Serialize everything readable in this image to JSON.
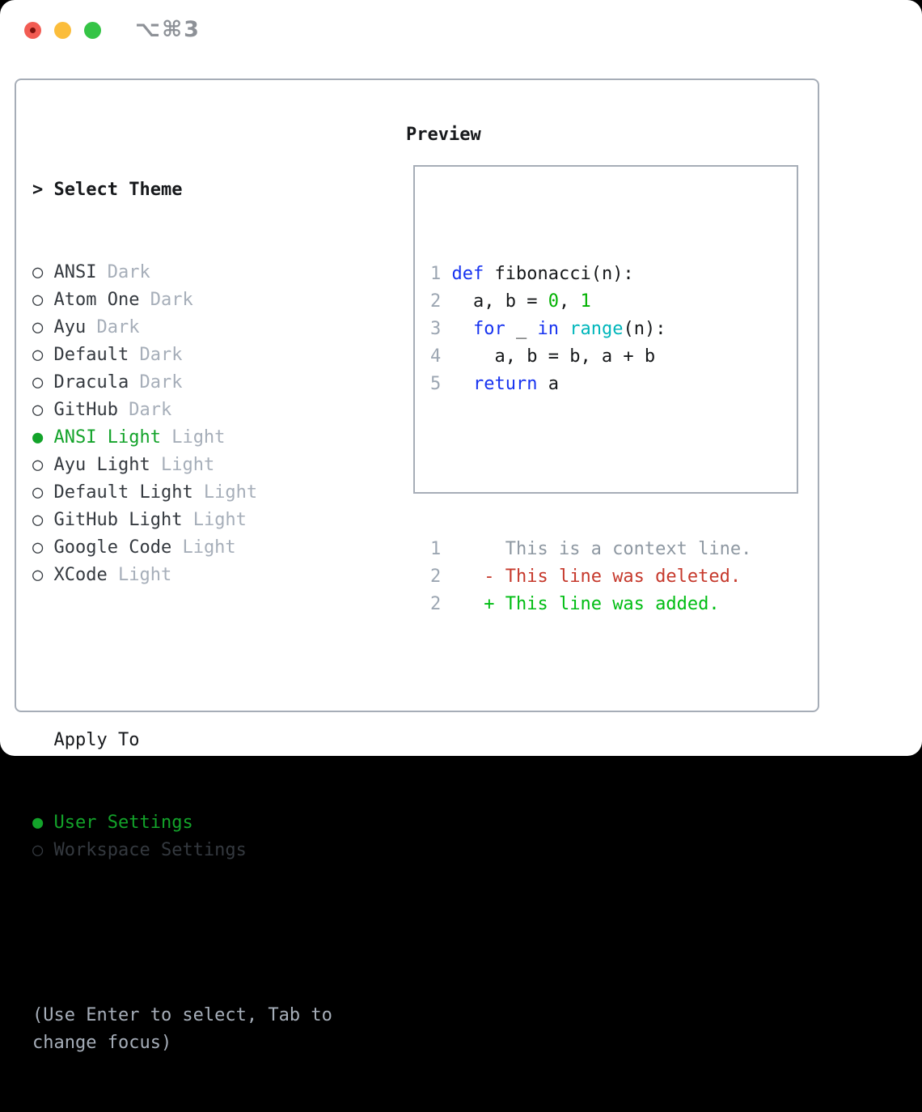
{
  "colors": {
    "tl-red": "#f25c53",
    "tl-reddot": "#7c120d",
    "tl-yellow": "#fbbd3b",
    "tl-green": "#35c446",
    "shortcut": "#8d9197",
    "border": "#a6adb7",
    "text": "#17191c",
    "item": "#34393f",
    "muted": "#a6aeb9",
    "green": "#13a32a",
    "code": "#16181a",
    "lnum": "#9ca6b2",
    "kw": "#1733f0",
    "builtin": "#00b6bb",
    "numlit": "#00b100",
    "ctx": "#8e98a2",
    "del": "#c6392c",
    "add": "#00bd13"
  },
  "window": {
    "shortcut_label": "⌥⌘3"
  },
  "theme_panel": {
    "prompt": ">",
    "title": "Select Theme",
    "items": [
      {
        "name": "ANSI",
        "variant": "Dark",
        "selected": false
      },
      {
        "name": "Atom One",
        "variant": "Dark",
        "selected": false
      },
      {
        "name": "Ayu",
        "variant": "Dark",
        "selected": false
      },
      {
        "name": "Default",
        "variant": "Dark",
        "selected": false
      },
      {
        "name": "Dracula",
        "variant": "Dark",
        "selected": false
      },
      {
        "name": "GitHub",
        "variant": "Dark",
        "selected": false
      },
      {
        "name": "ANSI Light",
        "variant": "Light",
        "selected": true
      },
      {
        "name": "Ayu Light",
        "variant": "Light",
        "selected": false
      },
      {
        "name": "Default Light",
        "variant": "Light",
        "selected": false
      },
      {
        "name": "GitHub Light",
        "variant": "Light",
        "selected": false
      },
      {
        "name": "Google Code",
        "variant": "Light",
        "selected": false
      },
      {
        "name": "XCode",
        "variant": "Light",
        "selected": false
      }
    ],
    "apply_to": {
      "title": "Apply To",
      "options": [
        {
          "name": "User Settings",
          "selected": true
        },
        {
          "name": "Workspace Settings",
          "selected": false
        }
      ]
    },
    "help_lines": [
      "(Use Enter to select, Tab to",
      "change focus)"
    ]
  },
  "preview": {
    "title": "Preview",
    "code_lines": [
      {
        "num": "1",
        "segments": [
          {
            "t": "def",
            "c": "kw"
          },
          {
            "t": " fibonacci(n):",
            "c": "pl"
          }
        ]
      },
      {
        "num": "2",
        "segments": [
          {
            "t": "  a, b = ",
            "c": "pl"
          },
          {
            "t": "0",
            "c": "nm"
          },
          {
            "t": ", ",
            "c": "pl"
          },
          {
            "t": "1",
            "c": "nm"
          }
        ]
      },
      {
        "num": "3",
        "segments": [
          {
            "t": "  ",
            "c": "pl"
          },
          {
            "t": "for",
            "c": "kw"
          },
          {
            "t": " _ ",
            "c": "pl"
          },
          {
            "t": "in",
            "c": "kw"
          },
          {
            "t": " ",
            "c": "pl"
          },
          {
            "t": "range",
            "c": "bi"
          },
          {
            "t": "(n):",
            "c": "pl"
          }
        ]
      },
      {
        "num": "4",
        "segments": [
          {
            "t": "    a, b = b, a + b",
            "c": "pl"
          }
        ]
      },
      {
        "num": "5",
        "segments": [
          {
            "t": "  ",
            "c": "pl"
          },
          {
            "t": "return",
            "c": "kw"
          },
          {
            "t": " a",
            "c": "pl"
          }
        ]
      }
    ],
    "diff_lines": [
      {
        "num": "1",
        "segments": [
          {
            "t": "     This is a context line.",
            "c": "ctx"
          }
        ]
      },
      {
        "num": "2",
        "segments": [
          {
            "t": "   ",
            "c": "pl"
          },
          {
            "t": "- This line was deleted.",
            "c": "del"
          }
        ]
      },
      {
        "num": "2",
        "segments": [
          {
            "t": "   ",
            "c": "pl"
          },
          {
            "t": "+ This line was added.",
            "c": "add"
          }
        ]
      }
    ]
  }
}
